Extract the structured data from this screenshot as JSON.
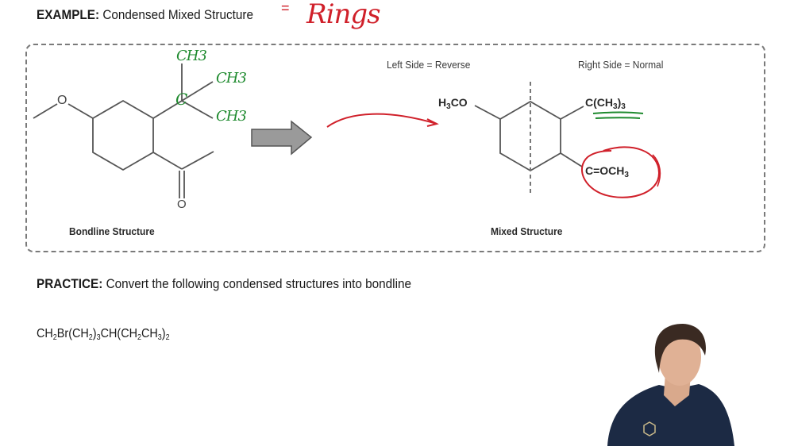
{
  "example": {
    "prefix": "EXAMPLE:",
    "title": "Condensed Mixed Structure",
    "annotation_equals": "=",
    "annotation_word": "Rings"
  },
  "panel": {
    "bondline": {
      "caption": "Bondline Structure",
      "atom_o_ether": "O",
      "atom_o_carbonyl": "O",
      "annotation_center": "C",
      "annotation_ch3_top": "CH3",
      "annotation_ch3_right": "CH3",
      "annotation_ch3_lower": "CH3"
    },
    "mixed": {
      "caption": "Mixed Structure",
      "left_side_note": "Left Side = Reverse",
      "right_side_note": "Right Side = Normal",
      "group_left": {
        "main": "H",
        "sub": "3",
        "rest": "CO"
      },
      "group_top_right": {
        "main": "C(CH",
        "sub": "3",
        "rest": ")",
        "sub2": "3"
      },
      "group_bottom_right": {
        "main": "C=OCH",
        "sub": "3"
      }
    }
  },
  "practice": {
    "prefix": "PRACTICE:",
    "instruction": "Convert the following condensed structures into bondline",
    "formula_parts": [
      {
        "t": "CH"
      },
      {
        "s": "2"
      },
      {
        "t": "Br(CH"
      },
      {
        "s": "2"
      },
      {
        "t": ")"
      },
      {
        "s": "3"
      },
      {
        "t": "CH(CH"
      },
      {
        "s": "2"
      },
      {
        "t": "CH"
      },
      {
        "s": "3"
      },
      {
        "t": ")"
      },
      {
        "s": "2"
      }
    ]
  },
  "colors": {
    "ink_red": "#d0202a",
    "ink_green": "#1e8a2e",
    "bond_gray": "#555555",
    "shirt_navy": "#1c2a44"
  }
}
